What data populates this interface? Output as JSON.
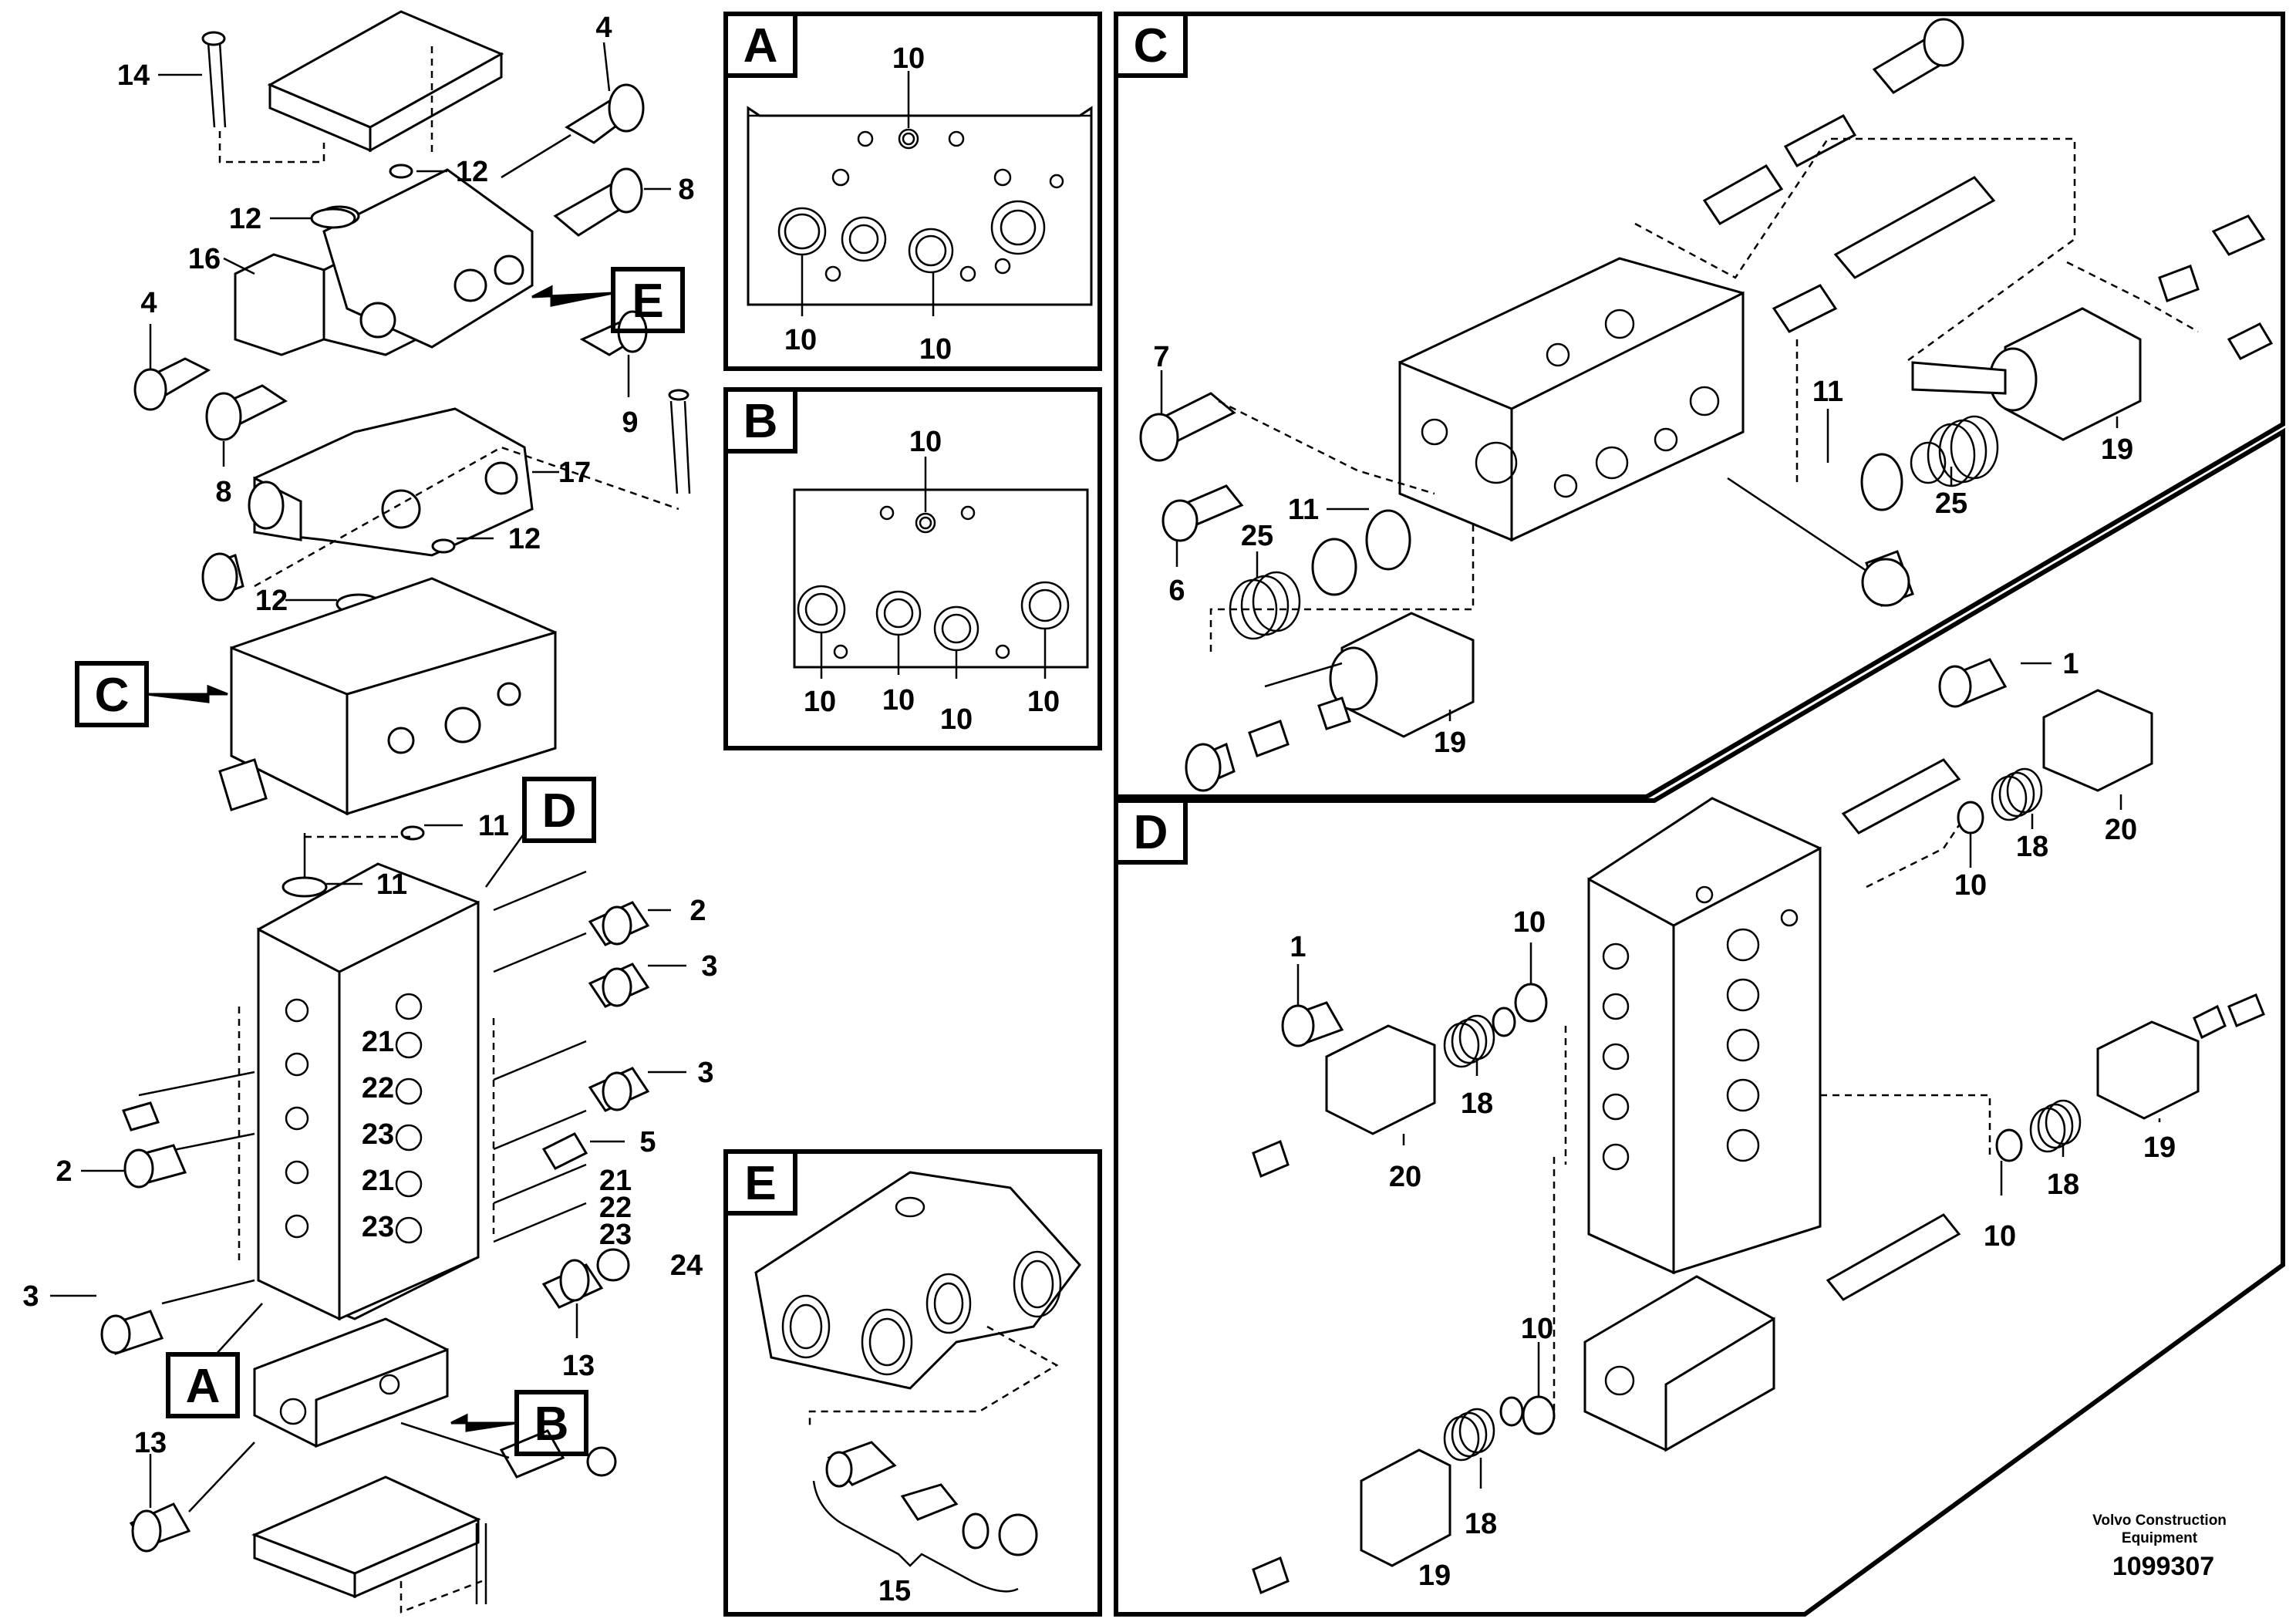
{
  "sections": {
    "A": "A",
    "B": "B",
    "C": "C",
    "D": "D",
    "E": "E"
  },
  "callouts": {
    "main": {
      "p14": "14",
      "p4a": "4",
      "p12a": "12",
      "p8a": "8",
      "p12b": "12",
      "p16": "16",
      "p4b": "4",
      "p9": "9",
      "p8b": "8",
      "p17": "17",
      "p12c": "12",
      "p12d": "12",
      "p11a": "11",
      "p11b": "11",
      "p2a": "2",
      "p3a": "3",
      "p3b": "3",
      "p21a": "21",
      "p22a": "22",
      "p23a": "23",
      "p21b": "21",
      "p23b": "23",
      "p2b": "2",
      "p5": "5",
      "p21c": "21",
      "p22b": "22",
      "p23c": "23",
      "p24": "24",
      "p3c": "3",
      "p13a": "13",
      "p13b": "13"
    },
    "A": {
      "top": "10",
      "left": "10",
      "right": "10"
    },
    "B": {
      "top": "10",
      "b1": "10",
      "b2": "10",
      "b3": "10",
      "b4": "10"
    },
    "C": {
      "p7": "7",
      "p11a": "11",
      "p25a": "25",
      "p6": "6",
      "p19a": "19",
      "p11b": "11",
      "p25b": "25",
      "p19b": "19"
    },
    "D": {
      "p1a": "1",
      "p20a": "20",
      "p10a": "10",
      "p18a": "18",
      "p1b": "1",
      "p10b": "10",
      "p18b": "18",
      "p20b": "20",
      "p19a": "19",
      "p18c": "18",
      "p10c": "10",
      "p10d": "10",
      "p18d": "18",
      "p19b": "19"
    },
    "E": {
      "p15": "15"
    }
  },
  "footer": {
    "brand_line1": "Volvo Construction",
    "brand_line2": "Equipment",
    "drawing_number": "1099307"
  }
}
